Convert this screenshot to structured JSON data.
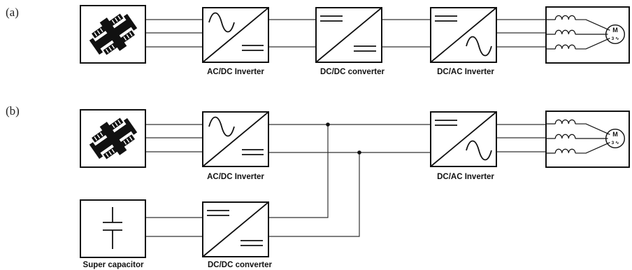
{
  "panels": [
    {
      "label": "(a)",
      "blocks": {
        "generator_icon": "wind-turbine-generator-icon",
        "ac_dc_label": "AC/DC Inverter",
        "dc_dc_label": "DC/DC converter",
        "dc_ac_label": "DC/AC Inverter",
        "motor_icon": "motor-icon"
      }
    },
    {
      "label": "(b)",
      "blocks": {
        "generator_icon": "wind-turbine-generator-icon",
        "ac_dc_label": "AC/DC Inverter",
        "dc_ac_label": "DC/AC Inverter",
        "motor_icon": "motor-icon",
        "supercap_label": "Super capacitor",
        "dc_dc_label": "DC/DC converter"
      }
    }
  ],
  "motor": {
    "letter": "M",
    "phase": "3 ∿"
  }
}
